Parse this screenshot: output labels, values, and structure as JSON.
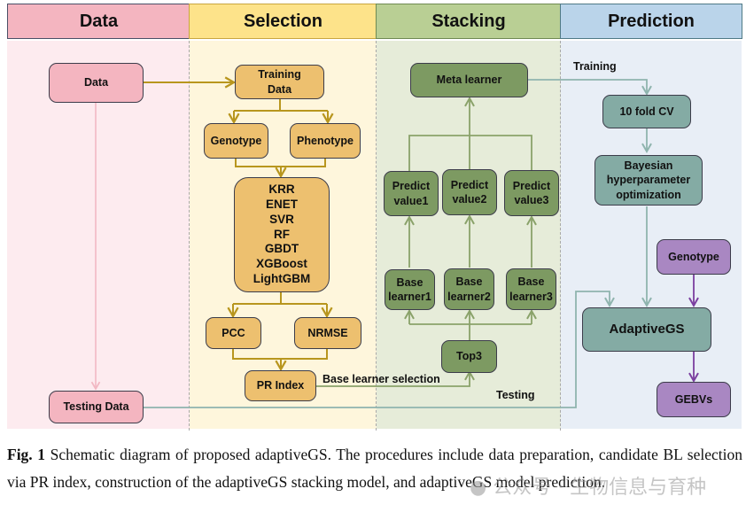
{
  "lanes": [
    {
      "title": "Data",
      "header_color": "#f4b5c0",
      "bg_color": "#fdebef"
    },
    {
      "title": "Selection",
      "header_color": "#fde38a",
      "bg_color": "#fef6dc"
    },
    {
      "title": "Stacking",
      "header_color": "#b9cf94",
      "bg_color": "#e6ecd9"
    },
    {
      "title": "Prediction",
      "header_color": "#bad4ea",
      "bg_color": "#e8eef6"
    }
  ],
  "data_lane": {
    "data": "Data",
    "testing_data": "Testing Data"
  },
  "selection_lane": {
    "training_data": "Training Data",
    "genotype": "Genotype",
    "phenotype": "Phenotype",
    "models": [
      "KRR",
      "ENET",
      "SVR",
      "RF",
      "GBDT",
      "XGBoost",
      "LightGBM"
    ],
    "pcc": "PCC",
    "nrmse": "NRMSE",
    "pr_index": "PR Index"
  },
  "stacking_lane": {
    "meta_learner": "Meta learner",
    "predict_values": [
      "Predict value1",
      "Predict value2",
      "Predict value3"
    ],
    "base_learners": [
      "Base learner1",
      "Base learner2",
      "Base learner3"
    ],
    "top3": "Top3"
  },
  "prediction_lane": {
    "cv": "10 fold CV",
    "bayesian": "Bayesian hyperparameter optimization",
    "genotype": "Genotype",
    "adaptivegs": "AdaptiveGS",
    "gebvs": "GEBVs"
  },
  "edge_labels": {
    "training": "Training",
    "testing": "Testing",
    "base_learner_selection": "Base learner selection"
  },
  "edge_colors": {
    "data_flow": "#b8961e",
    "stacking_flow": "#8aa26a",
    "prediction_flow": "#8fb4ae",
    "genotype_flow": "#7b3fa0",
    "testing_flow": "#f2b8c3"
  },
  "caption": {
    "fig_label": "Fig. 1",
    "text": " Schematic diagram of proposed adaptiveGS. The procedures include data preparation, candidate BL selection via PR index, construction of the adaptiveGS stacking model, and adaptiveGS model prediction."
  },
  "watermark": "公众号 · 生物信息与育种"
}
